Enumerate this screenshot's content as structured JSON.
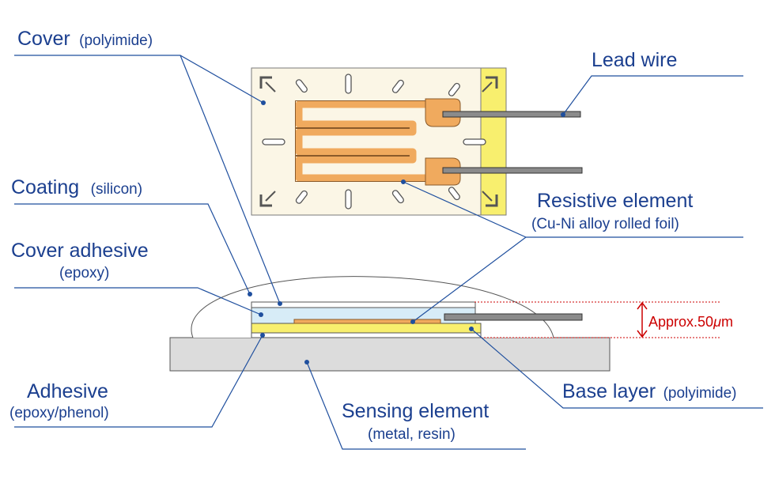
{
  "labels": {
    "cover": {
      "main": "Cover",
      "sub": "(polyimide)"
    },
    "lead_wire": {
      "main": "Lead wire"
    },
    "coating": {
      "main": "Coating",
      "sub": "(silicon)"
    },
    "resistive": {
      "main": "Resistive element",
      "sub": "(Cu-Ni alloy rolled foil)"
    },
    "cover_adhesive": {
      "main": "Cover adhesive",
      "sub": "(epoxy)"
    },
    "thickness": {
      "prefix": "Approx.50",
      "mu": "μ",
      "unit": "m"
    },
    "adhesive": {
      "main": "Adhesive",
      "sub": "(epoxy/phenol)"
    },
    "base_layer": {
      "main": "Base layer",
      "sub": "(polyimide)"
    },
    "sensing_element": {
      "main": "Sensing element",
      "sub": "(metal, resin)"
    }
  },
  "colors": {
    "label_blue": "#1b3f8f",
    "leader_blue": "#1f4f9e",
    "cover_fill": "#fbf6e6",
    "foil_orange": "#f0aa5e",
    "base_yellow": "#f8ef6e",
    "coating_blue": "#d7ecf7",
    "sensing_gray": "#dcdcdc",
    "lead_gray": "#8b8b8b",
    "dim_red": "#cc0000"
  }
}
